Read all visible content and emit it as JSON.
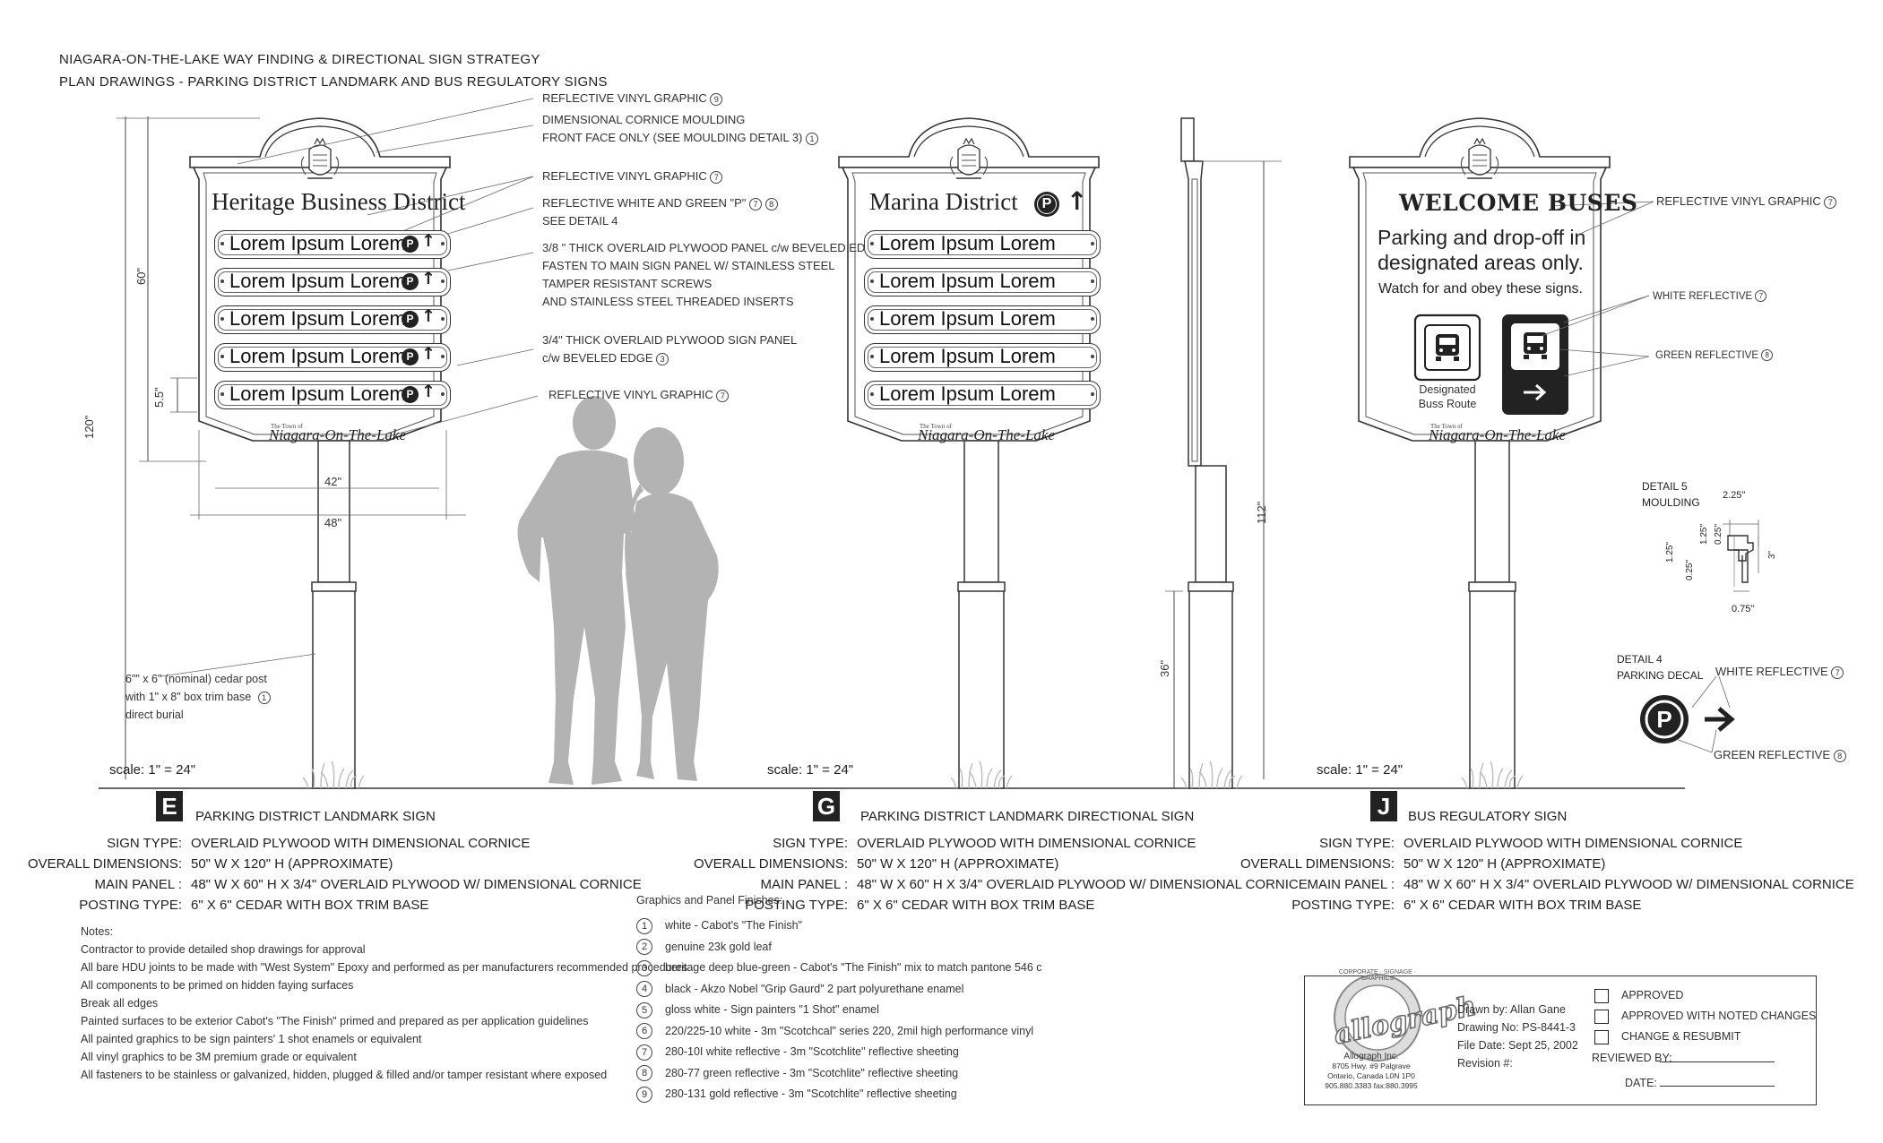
{
  "header": {
    "line1": "NIAGARA-ON-THE-LAKE WAY FINDING & DIRECTIONAL SIGN STRATEGY",
    "line2": "PLAN DRAWINGS - PARKING DISTRICT LANDMARK AND BUS REGULATORY SIGNS"
  },
  "signE": {
    "title": "Heritage Business District",
    "strip_text": "Lorem Ipsum Lorem",
    "logo_small": "The Town of",
    "logo": "Niagara-On-The-Lake",
    "dim_60": "60\"",
    "dim_120": "120\"",
    "dim_55": "5.5\"",
    "dim_42": "42\"",
    "dim_48": "48\"",
    "post_note": [
      "6\"\" x 6\" (nominal) cedar post",
      "with 1\" x 8\" box trim base",
      "direct burial"
    ],
    "scale": "scale: 1\" = 24\"",
    "letter": "E",
    "name": "PARKING DISTRICT LANDMARK SIGN",
    "specs": [
      {
        "k": "SIGN TYPE:",
        "v": "OVERLAID PLYWOOD  WITH DIMENSIONAL CORNICE"
      },
      {
        "k": "OVERALL DIMENSIONS:",
        "v": "50\" W  X 120\" H (APPROXIMATE)"
      },
      {
        "k": "MAIN PANEL :",
        "v": "48\" W  X 60\" H X 3/4\" OVERLAID PLYWOOD W/ DIMENSIONAL CORNICE"
      },
      {
        "k": "POSTING TYPE:",
        "v": "6\" X 6\" CEDAR WITH BOX TRIM BASE"
      }
    ]
  },
  "callouts": [
    "REFLECTIVE VINYL GRAPHIC",
    "DIMENSIONAL CORNICE MOULDING",
    "FRONT FACE ONLY (SEE MOULDING DETAIL 3)",
    "REFLECTIVE VINYL GRAPHIC",
    "REFLECTIVE WHITE AND GREEN \"P\"",
    "SEE DETAIL 4",
    "3/8 \" THICK OVERLAID PLYWOOD PANEL c/w BEVELED EDGE",
    "FASTEN TO MAIN SIGN PANEL W/ STAINLESS STEEL",
    "TAMPER RESISTANT SCREWS",
    "AND STAINLESS STEEL THREADED INSERTS",
    "3/4\" THICK OVERLAID PLYWOOD SIGN PANEL",
    "c/w BEVELED EDGE",
    "REFLECTIVE VINYL GRAPHIC"
  ],
  "signG": {
    "title": "Marina District",
    "strip_text": "Lorem Ipsum Lorem",
    "logo_small": "The Town of",
    "logo": "Niagara-On-The-Lake",
    "scale": "scale: 1\" = 24\"",
    "letter": "G",
    "name": "PARKING DISTRICT LANDMARK DIRECTIONAL SIGN",
    "specs": [
      {
        "k": "SIGN TYPE:",
        "v": "OVERLAID PLYWOOD  WITH DIMENSIONAL CORNICE"
      },
      {
        "k": "OVERALL DIMENSIONS:",
        "v": "50\" W  X 120\" H (APPROXIMATE)"
      },
      {
        "k": "MAIN PANEL :",
        "v": "48\" W  X 60\" H X 3/4\" OVERLAID PLYWOOD W/ DIMENSIONAL CORNICE"
      },
      {
        "k": "POSTING TYPE:",
        "v": "6\" X 6\" CEDAR WITH BOX TRIM BASE"
      }
    ]
  },
  "side": {
    "dim_112": "112\"",
    "dim_36": "36\""
  },
  "signJ": {
    "title": "WELCOME BUSES",
    "line1": "Parking and drop-off in",
    "line2": "designated areas only.",
    "line3": "Watch for and obey these signs.",
    "caption1": "Designated",
    "caption2": "Buss Route",
    "logo_small": "The Town of",
    "logo": "Niagara-On-The-Lake",
    "callout1": "REFLECTIVE VINYL GRAPHIC",
    "callout2": "WHITE REFLECTIVE",
    "callout3": "GREEN REFLECTIVE",
    "scale": "scale: 1\" = 24\"",
    "letter": "J",
    "name": "BUS REGULATORY SIGN",
    "specs": [
      {
        "k": "SIGN TYPE:",
        "v": "OVERLAID PLYWOOD  WITH DIMENSIONAL CORNICE"
      },
      {
        "k": "OVERALL DIMENSIONS:",
        "v": "50\" W  X 120\" H (APPROXIMATE)"
      },
      {
        "k": "MAIN PANEL :",
        "v": "48\" W  X 60\" H X 3/4\" OVERLAID PLYWOOD W/ DIMENSIONAL CORNICE"
      },
      {
        "k": "POSTING TYPE:",
        "v": "6\" X 6\" CEDAR WITH BOX TRIM BASE"
      }
    ]
  },
  "detail5": {
    "title1": "DETAIL 5",
    "title2": "MOULDING",
    "d225": "2.25\"",
    "d025a": "0.25\"",
    "d125a": "1.25\"",
    "d125b": "1.25\"",
    "d025b": "0.25\"",
    "d3": "3\"",
    "d075": "0.75\""
  },
  "detail4": {
    "title1": "DETAIL 4",
    "title2": "PARKING DECAL",
    "white": "WHITE REFLECTIVE",
    "green": "GREEN REFLECTIVE",
    "p": "P"
  },
  "notes": {
    "title": "Notes:",
    "items": [
      "Contractor to provide detailed shop drawings for approval",
      "All bare HDU joints to be made with \"West System\" Epoxy and performed as per manufacturers recommended procedures",
      "All components to be primed on hidden faying surfaces",
      "Break all edges",
      "Painted surfaces to be exterior Cabot's \"The Finish\" primed and prepared as per application guidelines",
      "All painted graphics to be sign painters' 1 shot enamels or equivalent",
      "All vinyl graphics to be 3M premium grade or equivalent",
      "All fasteners to be stainless or galvanized, hidden, plugged & filled and/or tamper resistant where exposed"
    ]
  },
  "finishes": {
    "title": "Graphics and Panel Finishes:",
    "items": [
      {
        "n": "1",
        "t": "white - Cabot's \"The Finish\""
      },
      {
        "n": "2",
        "t": "genuine 23k gold leaf"
      },
      {
        "n": "3",
        "t": "heritage deep blue-green - Cabot's \"The Finish\" mix to match pantone 546 c"
      },
      {
        "n": "4",
        "t": "black - Akzo Nobel \"Grip Gaurd\" 2 part polyurethane enamel"
      },
      {
        "n": "5",
        "t": "gloss white - Sign painters \"1 Shot\" enamel"
      },
      {
        "n": "6",
        "t": "220/225-10 white - 3m \"Scotchcal\" series 220, 2mil high performance vinyl"
      },
      {
        "n": "7",
        "t": "280-10I white reflective - 3m \"Scotchlite\" reflective sheeting"
      },
      {
        "n": "8",
        "t": "280-77 green reflective - 3m \"Scotchlite\" reflective sheeting"
      },
      {
        "n": "9",
        "t": "280-131 gold reflective - 3m \"Scotchlite\" reflective sheeting"
      }
    ]
  },
  "titleblock": {
    "logo": "allograph",
    "ring": "CORPORATE · SIGNAGE · GRAPHICS",
    "company": "Allograph Inc.",
    "addr1": "8705 Hwy. #9 Palgrave",
    "addr2": "Ontario, Canada  L0N 1P0",
    "phone": "905.880.3383  fax:880.3995",
    "drawn": "Drawn by: Allan Gane",
    "drawing_no": "Drawing No: PS-8441-3",
    "file_date": "File Date: Sept 25, 2002",
    "revision": "Revision #:",
    "approved": "APPROVED",
    "approved_changes": "APPROVED WITH NOTED CHANGES",
    "change": "CHANGE & RESUBMIT",
    "reviewed": "REVIEWED BY:",
    "date": "DATE:"
  },
  "colors": {
    "ink": "#222222",
    "silhouette": "#b3b3b3",
    "grass": "#bbbbbb"
  }
}
